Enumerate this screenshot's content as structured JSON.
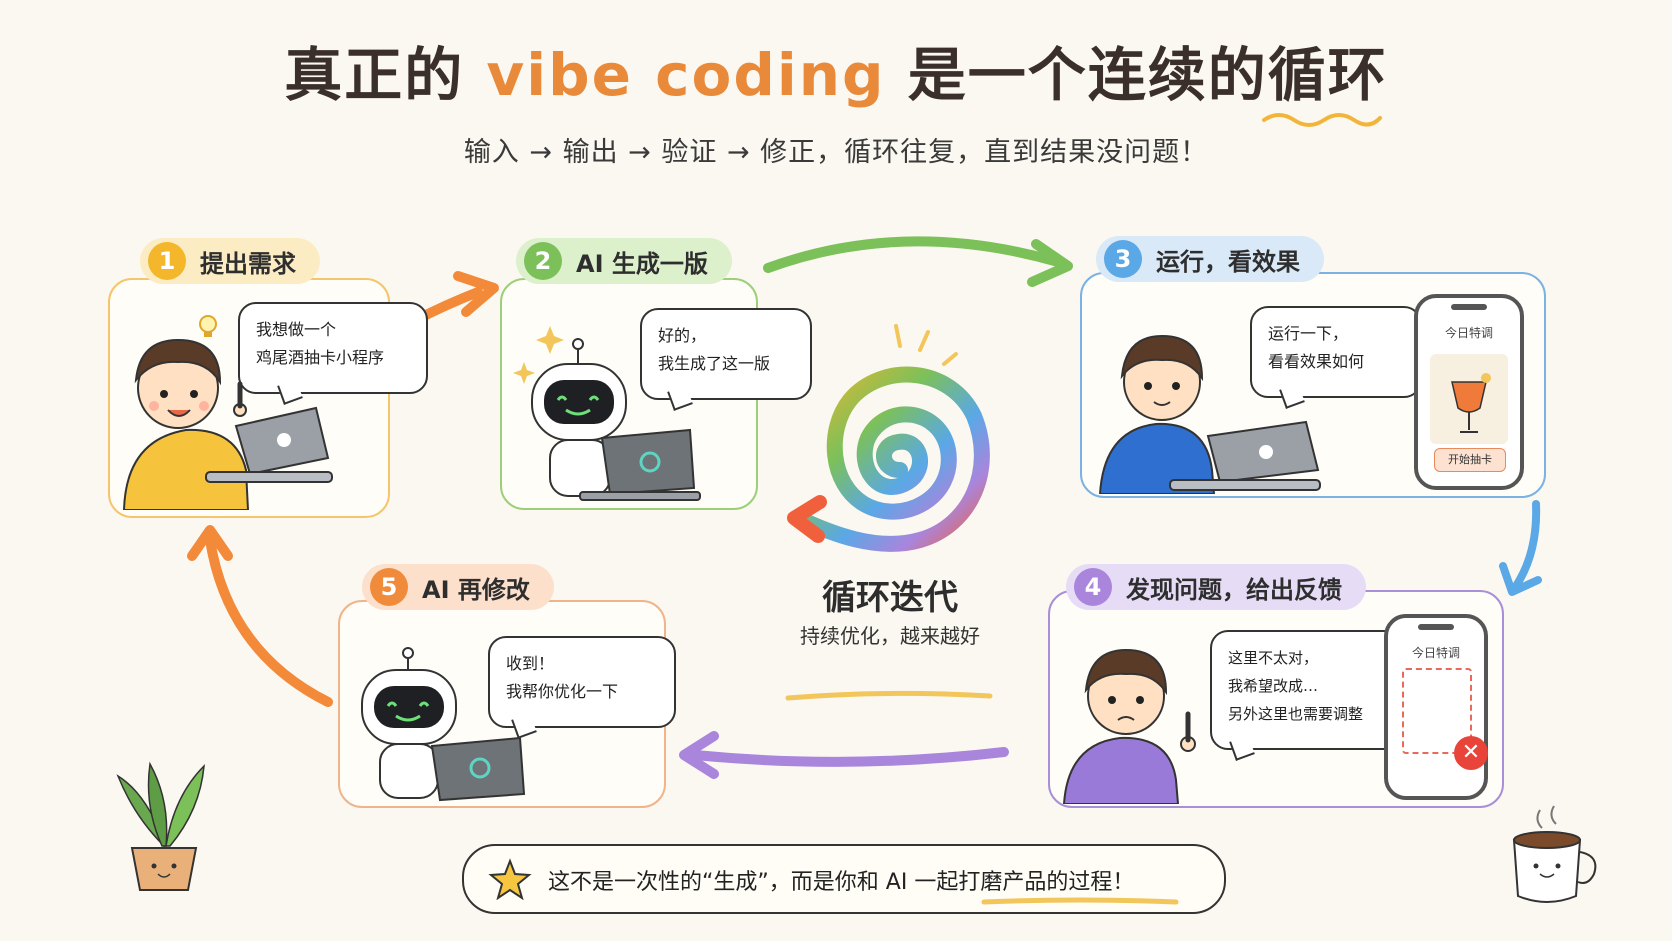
{
  "header": {
    "title_prefix": "真正的",
    "title_accent": "vibe coding",
    "title_suffix": "是一个连续的循环",
    "subtitle": "输入 → 输出 → 验证 → 修正，循环往复，直到结果没问题！"
  },
  "steps": [
    {
      "num": "1",
      "label": "提出需求",
      "bubble": [
        "我想做一个",
        "鸡尾酒抽卡小程序"
      ]
    },
    {
      "num": "2",
      "label": "AI 生成一版",
      "bubble": [
        "好的，",
        "我生成了这一版"
      ]
    },
    {
      "num": "3",
      "label": "运行，看效果",
      "bubble": [
        "运行一下，",
        "看看效果如何"
      ],
      "phone_title": "今日特调",
      "phone_button": "开始抽卡"
    },
    {
      "num": "4",
      "label": "发现问题，给出反馈",
      "bubble": [
        "这里不太对，",
        "我希望改成…",
        "另外这里也需要调整"
      ],
      "phone_title": "今日特调"
    },
    {
      "num": "5",
      "label": "AI 再修改",
      "bubble": [
        "收到！",
        "我帮你优化一下"
      ]
    }
  ],
  "center": {
    "title": "循环迭代",
    "subtitle": "持续优化，越来越好"
  },
  "footer": {
    "text": "这不是一次性的“生成”，而是你和 AI 一起打磨产品的过程！"
  },
  "colors": {
    "step1": "#f4b62a",
    "step2": "#7cc05a",
    "step3": "#5aa8e6",
    "step4": "#a985dc",
    "step5": "#f08b3c",
    "title_accent": "#e9893a"
  },
  "icons": [
    "lightbulb-icon",
    "sparkle-icon",
    "openai-logo-icon",
    "star-icon",
    "close-icon",
    "cocktail-icon"
  ]
}
